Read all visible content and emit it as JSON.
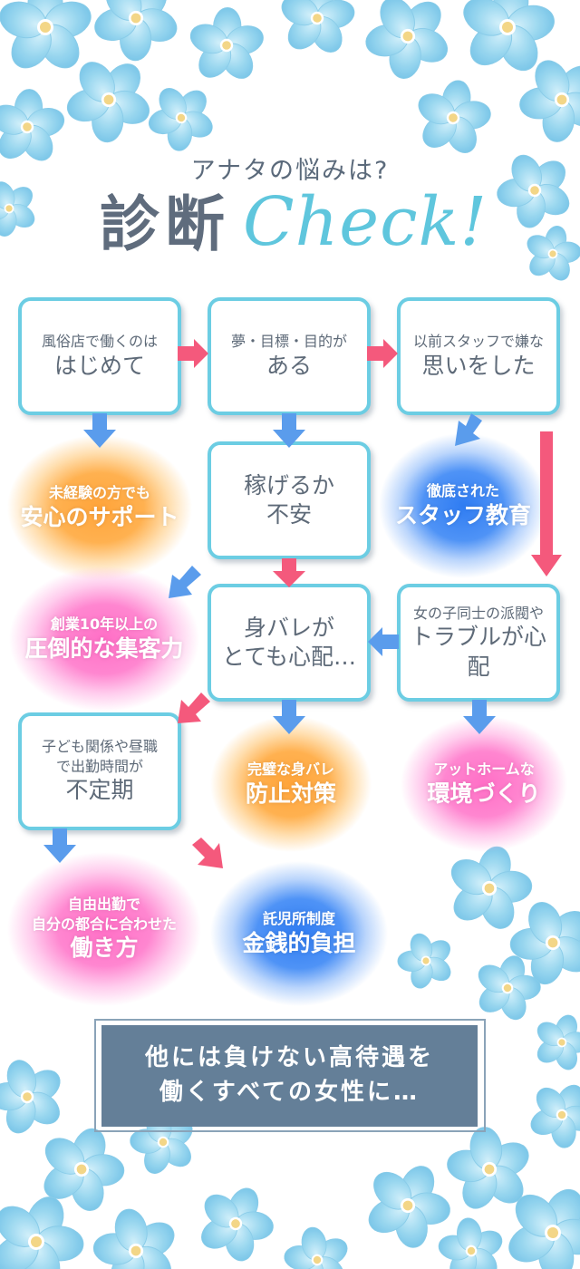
{
  "header": {
    "subtitle": "アナタの悩みは?",
    "title_kanji": "診断",
    "title_script": "Check!"
  },
  "boxes": {
    "b1": {
      "small": "風俗店で働くのは",
      "big": "はじめて"
    },
    "b2": {
      "small": "夢・目標・目的が",
      "big": "ある"
    },
    "b3": {
      "small": "以前スタッフで嫌な",
      "big": "思いをした"
    },
    "b4": {
      "big1": "稼げるか",
      "big2": "不安"
    },
    "b5": {
      "big1": "身バレが",
      "big2": "とても心配…"
    },
    "b6": {
      "small": "女の子同士の派閥や",
      "big": "トラブルが心配"
    },
    "b7": {
      "small1": "子ども関係や昼職",
      "small2": "で出勤時間が",
      "big": "不定期"
    }
  },
  "solutions": {
    "s1": {
      "small": "未経験の方でも",
      "big": "安心のサポート",
      "color": "orange"
    },
    "s2": {
      "small": "徹底された",
      "big": "スタッフ教育",
      "color": "blue"
    },
    "s3": {
      "small": "創業10年以上の",
      "big": "圧倒的な集客力",
      "color": "pink"
    },
    "s4": {
      "small": "完璧な身バレ",
      "big": "防止対策",
      "color": "orange"
    },
    "s5": {
      "small": "アットホームな",
      "big": "環境づくり",
      "color": "pink"
    },
    "s6": {
      "small1": "自由出勤で",
      "small2": "自分の都合に合わせた",
      "big": "働き方",
      "color": "pink"
    },
    "s7": {
      "small": "託児所制度",
      "big": "金銭的負担",
      "color": "blue"
    }
  },
  "banner": {
    "line1": "他には負けない高待遇を",
    "line2": "働くすべての女性に…"
  },
  "colors": {
    "box_border": "#6ccde3",
    "arrow_blue": "#5a9cec",
    "arrow_pink": "#f4597c",
    "banner_bg": "#647f98",
    "flower": "#8fd3ee"
  }
}
